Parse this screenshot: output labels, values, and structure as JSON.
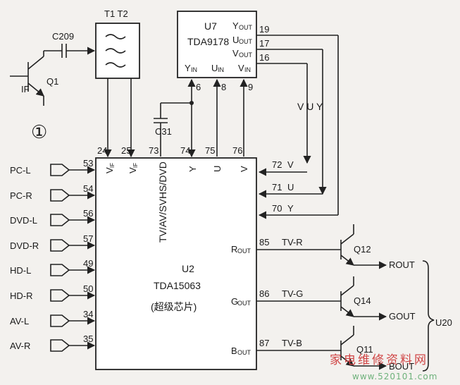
{
  "diagram": {
    "circle_number": "①",
    "if_label": "IF",
    "q1": "Q1",
    "c209": "C209",
    "filter_label": "T1  T2",
    "u7": {
      "name": "U7",
      "part": "TDA9178",
      "out_y": "Y",
      "out_y_sub": "OUT",
      "out_u": "U",
      "out_u_sub": "OUT",
      "out_v": "V",
      "out_v_sub": "OUT",
      "in_y": "Y",
      "in_y_sub": "IN",
      "in_u": "U",
      "in_u_sub": "IN",
      "in_v": "V",
      "in_v_sub": "IN",
      "pin_19": "19",
      "pin_17": "17",
      "pin_16": "16",
      "pin_6": "6",
      "pin_8": "8",
      "pin_9": "9"
    },
    "c31": "C31",
    "vuy_label": "V  U  Y",
    "u2": {
      "name": "U2",
      "part": "TDA15063",
      "note": "(超级芯片)",
      "mode_text": "TV/AV/SVHS/DVD",
      "vif1": "V",
      "vif1_sub": "IF",
      "vif2": "V",
      "vif2_sub": "IF",
      "top_y": "Y",
      "top_u": "U",
      "top_v": "V",
      "rout": "R",
      "rout_sub": "OUT",
      "gout": "G",
      "gout_sub": "OUT",
      "bout": "B",
      "bout_sub": "OUT",
      "pin_24": "24",
      "pin_25": "25",
      "pin_73": "73",
      "pin_74": "74",
      "pin_75": "75",
      "pin_76": "76",
      "pin_72": "72",
      "pin_71": "71",
      "pin_70": "70",
      "pin_85": "85",
      "pin_86": "86",
      "pin_87": "87",
      "in_72": "V",
      "in_71": "U",
      "in_70": "Y"
    },
    "inputs": [
      {
        "label": "PC-L",
        "pin": "53"
      },
      {
        "label": "PC-R",
        "pin": "54"
      },
      {
        "label": "DVD-L",
        "pin": "56"
      },
      {
        "label": "DVD-R",
        "pin": "57"
      },
      {
        "label": "HD-L",
        "pin": "49"
      },
      {
        "label": "HD-R",
        "pin": "50"
      },
      {
        "label": "AV-L",
        "pin": "34"
      },
      {
        "label": "AV-R",
        "pin": "35"
      }
    ],
    "outputs": [
      {
        "signal": "TV-R",
        "transistor": "Q12",
        "out": "ROUT"
      },
      {
        "signal": "TV-G",
        "transistor": "Q14",
        "out": "GOUT"
      },
      {
        "signal": "TV-B",
        "transistor": "Q11",
        "out": "BOUT"
      }
    ],
    "u20": "U20",
    "watermark_cn": "家电维修资料网",
    "watermark_url": "www.520101.com"
  }
}
